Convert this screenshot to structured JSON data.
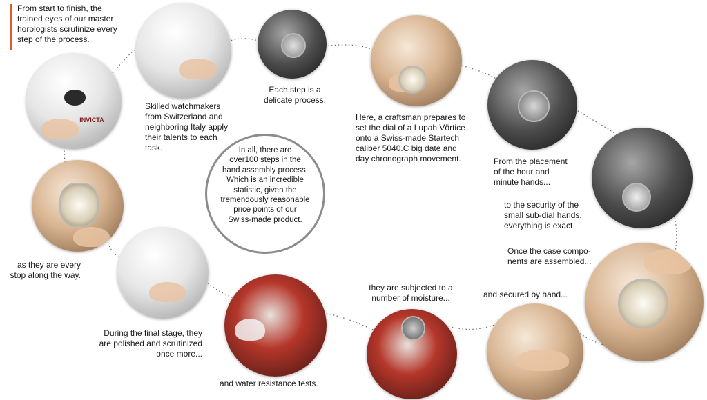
{
  "captions": {
    "intro": "From start to finish, the\ntrained eyes of our master\nhorologists scrutinize every\nstep of the process.",
    "skilled": "Skilled watchmakers\nfrom Switzerland and\nneighboring Italy apply\ntheir talents to each\ntask.",
    "delicate": "Each step is a\ndelicate process.",
    "craftsman": "Here, a craftsman prepares to\nset the dial of a Lupah Vörtice\nonto a Swiss-made Startech\ncaliber 5040.C big date and\nday chronograph movement.",
    "placement": "From the placement\nof the hour and\nminute hands...",
    "security": "to the security of the\nsmall sub-dial hands,\neverything is exact.",
    "case": "Once the case compo-\nnents are assembled...",
    "secured": "and secured by hand...",
    "moisture": "they are subjected to a\nnumber of moisture...",
    "water": "and water resistance tests.",
    "final": "During the final stage, they\nare polished and scrutinized\nonce more...",
    "every_stop": "as they are every\nstop along the way."
  },
  "center": {
    "text": "In all, there are\nover100 steps in the\nhand assembly process.\nWhich is an incredible\nstatistic, given the\ntremendously reasonable\nprice points of our\nSwiss-made product."
  },
  "logo_text": "INVICTA",
  "accent_color": "#e15a2b"
}
